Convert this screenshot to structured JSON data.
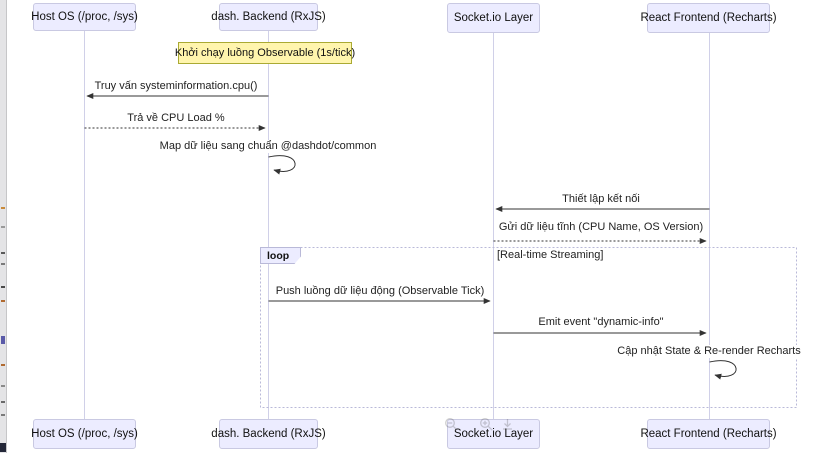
{
  "diagram_type": "sequence-diagram",
  "colors": {
    "actor_fill": "#ECECFF",
    "actor_border": "#c9c9e2",
    "note_fill": "#fff5ad",
    "note_border": "#aaaa33",
    "lifeline": "#d0d0e8",
    "arrow": "#333333",
    "loop_border": "#b9b9d8"
  },
  "participants": [
    {
      "label": "Host OS (/proc, /sys)"
    },
    {
      "label": "dash. Backend (RxJS)"
    },
    {
      "label": "Socket.io Layer"
    },
    {
      "label": "React Frontend (Recharts)"
    }
  ],
  "note": {
    "text": "Khởi chạy luồng Observable (1s/tick)"
  },
  "messages": [
    {
      "text": "Truy vấn systeminformation.cpu()",
      "from": "dash. Backend (RxJS)",
      "to": "Host OS (/proc, /sys)",
      "style": "solid"
    },
    {
      "text": "Trả về CPU Load %",
      "from": "Host OS (/proc, /sys)",
      "to": "dash. Backend (RxJS)",
      "style": "dashed"
    },
    {
      "text": "Map dữ liệu sang chuẩn @dashdot/common",
      "from": "dash. Backend (RxJS)",
      "to": "dash. Backend (RxJS)",
      "style": "self"
    },
    {
      "text": "Thiết lập kết nối",
      "from": "React Frontend (Recharts)",
      "to": "Socket.io Layer",
      "style": "solid"
    },
    {
      "text": "Gửi dữ liệu tĩnh (CPU Name, OS Version)",
      "from": "Socket.io Layer",
      "to": "React Frontend (Recharts)",
      "style": "dashed"
    },
    {
      "text": "Push luồng dữ liệu động (Observable Tick)",
      "from": "dash. Backend (RxJS)",
      "to": "Socket.io Layer",
      "style": "solid"
    },
    {
      "text": "Emit event \"dynamic-info\"",
      "from": "Socket.io Layer",
      "to": "React Frontend (Recharts)",
      "style": "solid"
    },
    {
      "text": "Cập nhật State & Re-render Recharts",
      "from": "React Frontend (Recharts)",
      "to": "React Frontend (Recharts)",
      "style": "self"
    }
  ],
  "loop": {
    "label": "loop",
    "title": "[Real-time Streaming]"
  },
  "preview_controls": [
    {
      "icon": "zoom-out-icon"
    },
    {
      "icon": "zoom-in-icon"
    },
    {
      "icon": "download-icon"
    }
  ]
}
